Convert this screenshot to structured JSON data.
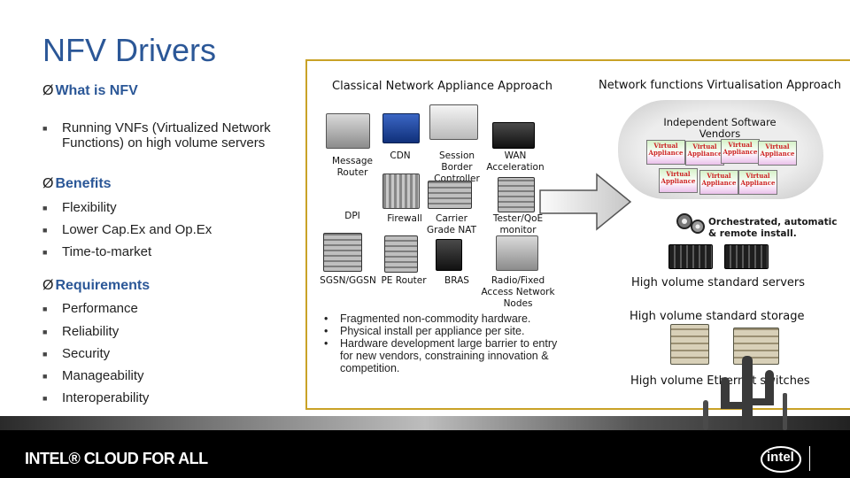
{
  "title": "NFV Drivers",
  "left": {
    "what_heading": "What is NFV",
    "what_items": [
      "Running VNFs (Virtualized Network Functions) on high volume servers"
    ],
    "benefits_heading": "Benefits",
    "benefits": [
      "Flexibility",
      "Lower Cap.Ex and Op.Ex",
      "Time-to-market"
    ],
    "requirements_heading": "Requirements",
    "requirements": [
      "Performance",
      "Reliability",
      "Security",
      "Manageability",
      "Interoperability"
    ]
  },
  "classical": {
    "heading": "Classical Network Appliance Approach",
    "labels": {
      "message_router": "Message Router",
      "cdn": "CDN",
      "session_border": "Session Border Controller",
      "wan": "WAN Acceleration",
      "dpi": "DPI",
      "firewall": "Firewall",
      "carrier_nat": "Carrier Grade NAT",
      "tester": "Tester/QoE monitor",
      "sgsn": "SGSN/GGSN",
      "pe_router": "PE Router",
      "bras": "BRAS",
      "radio": "Radio/Fixed Access Network Nodes"
    },
    "bullets": [
      "Fragmented non-commodity hardware.",
      "Physical install per appliance per site.",
      "Hardware development large barrier to entry for new vendors, constraining innovation & competition."
    ]
  },
  "virtual": {
    "heading": "Network functions Virtualisation Approach",
    "cloud_label": "Independent Software Vendors",
    "appliance_label": "Virtual Appliance",
    "orchestrated": "Orchestrated, automatic & remote install.",
    "servers": "High volume standard servers",
    "storage": "High volume standard storage",
    "switches": "High volume Ethernet switches"
  },
  "footer": {
    "brand": "INTEL® CLOUD FOR ALL",
    "logo": "intel"
  },
  "colors": {
    "title": "#2b5797",
    "box_border": "#c9a227"
  }
}
